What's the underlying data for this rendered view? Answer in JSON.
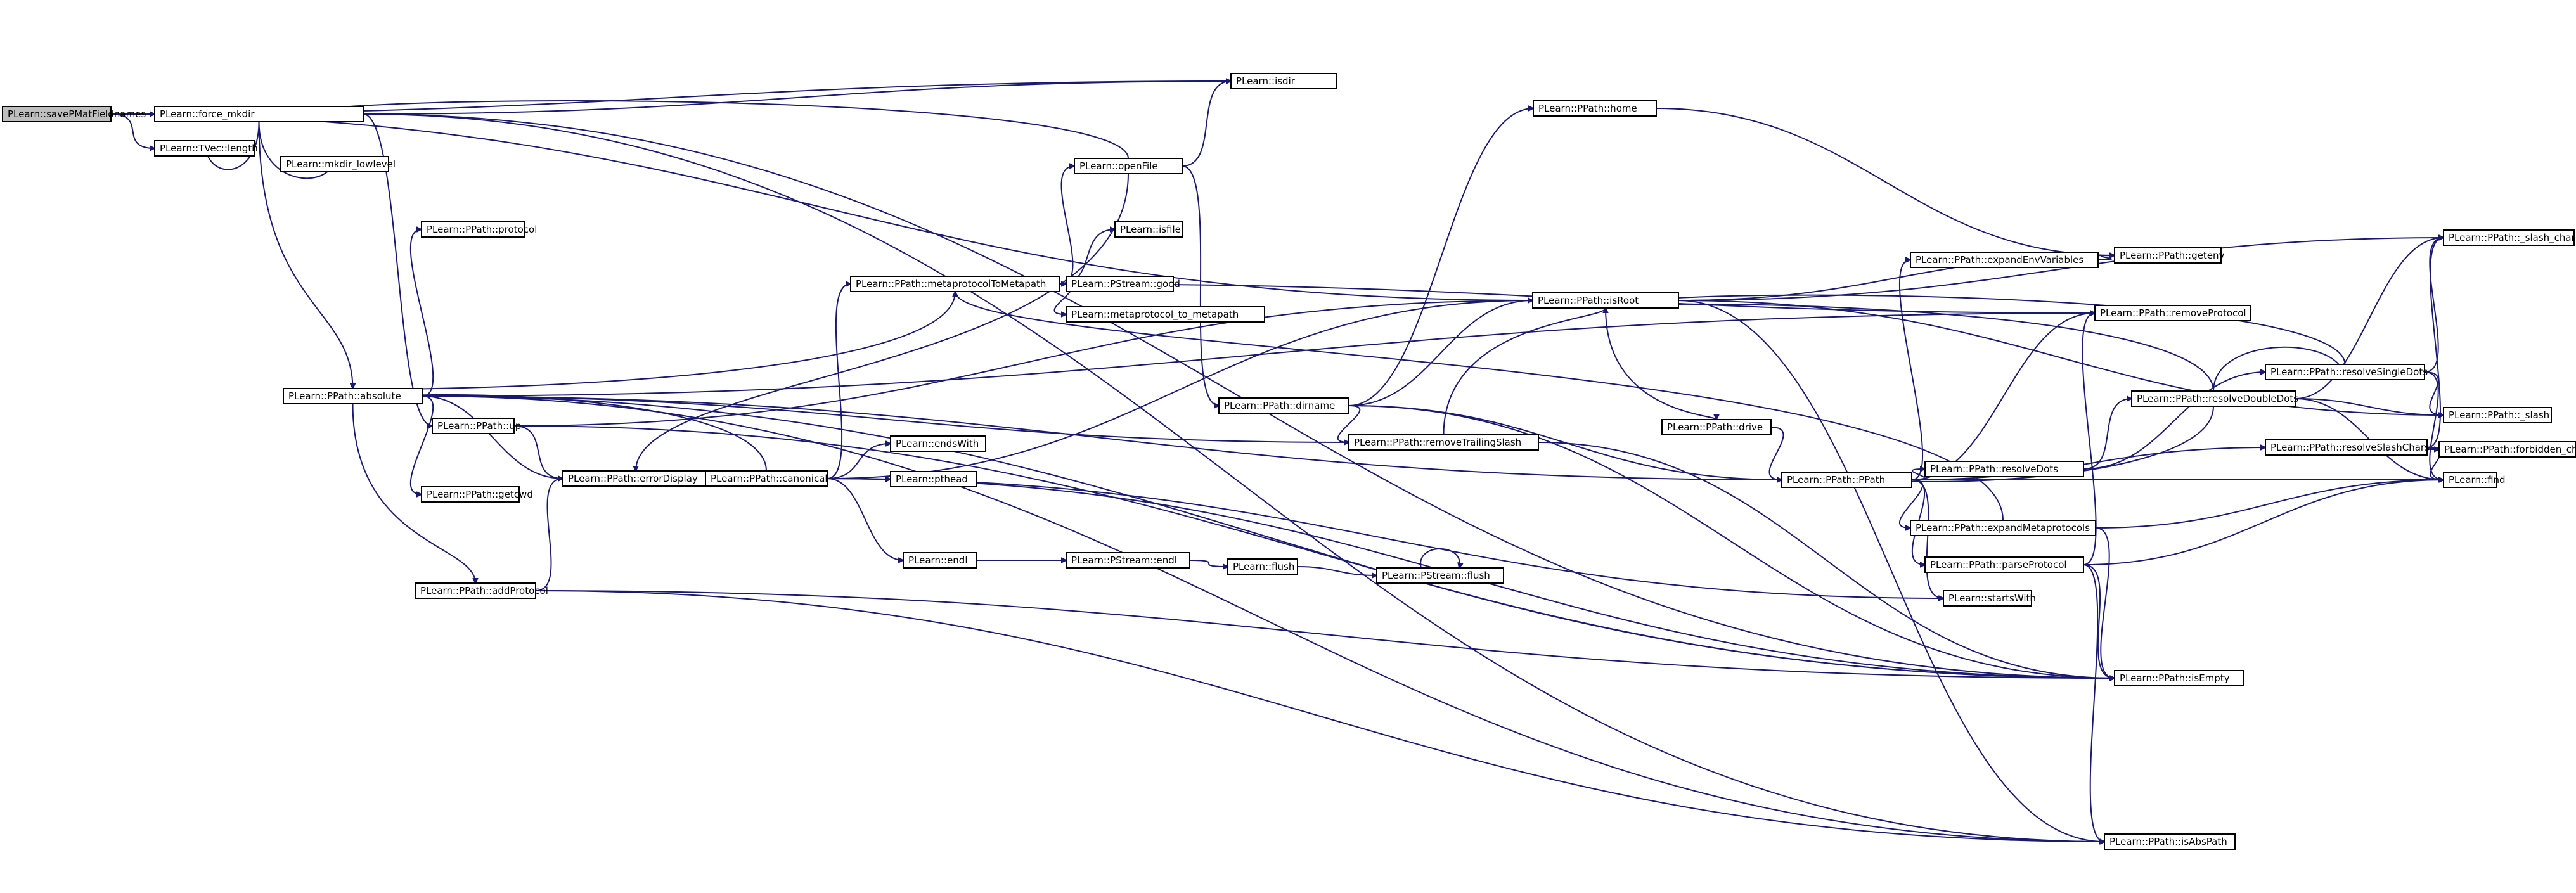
{
  "colors": {
    "edge": "#191970",
    "node_border": "#000000",
    "root_fill": "#bfbfbf",
    "node_fill": "#ffffff"
  },
  "nodes": [
    {
      "id": "savePMatFieldnames",
      "label": "PLearn::savePMatFieldnames",
      "root": true
    },
    {
      "id": "force_mkdir",
      "label": "PLearn::force_mkdir"
    },
    {
      "id": "tveclength",
      "label": "PLearn::TVec::length"
    },
    {
      "id": "mkdir_lowlevel",
      "label": "PLearn::mkdir_lowlevel"
    },
    {
      "id": "isdir",
      "label": "PLearn::isdir"
    },
    {
      "id": "openFile",
      "label": "PLearn::openFile"
    },
    {
      "id": "isfile",
      "label": "PLearn::isfile"
    },
    {
      "id": "protocol",
      "label": "PLearn::PPath::protocol"
    },
    {
      "id": "absolute",
      "label": "PLearn::PPath::absolute"
    },
    {
      "id": "up",
      "label": "PLearn::PPath::up"
    },
    {
      "id": "getcwd",
      "label": "PLearn::PPath::getcwd"
    },
    {
      "id": "addProtocol",
      "label": "PLearn::PPath::addProtocol"
    },
    {
      "id": "errorDisplay",
      "label": "PLearn::PPath::errorDisplay"
    },
    {
      "id": "canonical",
      "label": "PLearn::PPath::canonical"
    },
    {
      "id": "metaprotocolToMetapath",
      "label": "PLearn::PPath::metaprotocolToMetapath"
    },
    {
      "id": "psgood",
      "label": "PLearn::PStream::good"
    },
    {
      "id": "metaprotocol_to_metapath",
      "label": "PLearn::metaprotocol_to_metapath"
    },
    {
      "id": "endsWith",
      "label": "PLearn::endsWith"
    },
    {
      "id": "pl_endl",
      "label": "PLearn::endl"
    },
    {
      "id": "pshead",
      "label": "PLearn::pthead"
    },
    {
      "id": "psendl",
      "label": "PLearn::PStream::endl"
    },
    {
      "id": "flush",
      "label": "PLearn::flush"
    },
    {
      "id": "psflush",
      "label": "PLearn::PStream::flush"
    },
    {
      "id": "home",
      "label": "PLearn::PPath::home"
    },
    {
      "id": "dirname",
      "label": "PLearn::PPath::dirname"
    },
    {
      "id": "removeTrailingSlash",
      "label": "PLearn::PPath::removeTrailingSlash"
    },
    {
      "id": "isRoot",
      "label": "PLearn::PPath::isRoot"
    },
    {
      "id": "drive",
      "label": "PLearn::PPath::drive"
    },
    {
      "id": "ppath",
      "label": "PLearn::PPath::PPath"
    },
    {
      "id": "getenv",
      "label": "PLearn::PPath::getenv"
    },
    {
      "id": "expandEnvVariables",
      "label": "PLearn::PPath::expandEnvVariables"
    },
    {
      "id": "removeProtocol",
      "label": "PLearn::PPath::removeProtocol"
    },
    {
      "id": "resolveDots",
      "label": "PLearn::PPath::resolveDots"
    },
    {
      "id": "expandMetaprotocols",
      "label": "PLearn::PPath::expandMetaprotocols"
    },
    {
      "id": "parseProtocol",
      "label": "PLearn::PPath::parseProtocol"
    },
    {
      "id": "startsWith",
      "label": "PLearn::startsWith"
    },
    {
      "id": "resolveDoubleDots",
      "label": "PLearn::PPath::resolveDoubleDots"
    },
    {
      "id": "resolveSingleDots",
      "label": "PLearn::PPath::resolveSingleDots"
    },
    {
      "id": "resolveSlashChars",
      "label": "PLearn::PPath::resolveSlashChars"
    },
    {
      "id": "forbidden_chars",
      "label": "PLearn::PPath::forbidden_chars"
    },
    {
      "id": "slash_char",
      "label": "PLearn::PPath::_slash_char"
    },
    {
      "id": "slash",
      "label": "PLearn::PPath::_slash"
    },
    {
      "id": "find",
      "label": "PLearn::find"
    },
    {
      "id": "isEmpty",
      "label": "PLearn::PPath::isEmpty"
    },
    {
      "id": "isAbsPath",
      "label": "PLearn::PPath::isAbsPath"
    }
  ],
  "edges": [
    [
      "savePMatFieldnames",
      "force_mkdir"
    ],
    [
      "savePMatFieldnames",
      "tveclength"
    ],
    [
      "savePMatFieldnames",
      "isdir"
    ],
    [
      "savePMatFieldnames",
      "isRoot"
    ],
    [
      "force_mkdir",
      "mkdir_lowlevel"
    ],
    [
      "force_mkdir",
      "isdir"
    ],
    [
      "force_mkdir",
      "absolute"
    ],
    [
      "force_mkdir",
      "up"
    ],
    [
      "force_mkdir",
      "isEmpty"
    ],
    [
      "force_mkdir",
      "isAbsPath"
    ],
    [
      "force_mkdir",
      "tveclength"
    ],
    [
      "absolute",
      "protocol"
    ],
    [
      "absolute",
      "getcwd"
    ],
    [
      "absolute",
      "addProtocol"
    ],
    [
      "absolute",
      "errorDisplay"
    ],
    [
      "absolute",
      "removeTrailingSlash"
    ],
    [
      "absolute",
      "removeProtocol"
    ],
    [
      "absolute",
      "isAbsPath"
    ],
    [
      "absolute",
      "isEmpty"
    ],
    [
      "absolute",
      "ppath"
    ],
    [
      "up",
      "errorDisplay"
    ],
    [
      "up",
      "isRoot"
    ],
    [
      "up",
      "isEmpty"
    ],
    [
      "addProtocol",
      "errorDisplay"
    ],
    [
      "addProtocol",
      "isEmpty"
    ],
    [
      "addProtocol",
      "isAbsPath"
    ],
    [
      "errorDisplay",
      "canonical"
    ],
    [
      "canonical",
      "metaprotocolToMetapath"
    ],
    [
      "canonical",
      "endsWith"
    ],
    [
      "canonical",
      "pshead"
    ],
    [
      "canonical",
      "pl_endl"
    ],
    [
      "canonical",
      "startsWith"
    ],
    [
      "canonical",
      "isEmpty"
    ],
    [
      "canonical",
      "absolute"
    ],
    [
      "canonical",
      "isRoot"
    ],
    [
      "metaprotocolToMetapath",
      "openFile"
    ],
    [
      "metaprotocolToMetapath",
      "isfile"
    ],
    [
      "metaprotocolToMetapath",
      "psgood"
    ],
    [
      "metaprotocolToMetapath",
      "metaprotocol_to_metapath"
    ],
    [
      "metaprotocolToMetapath",
      "absolute"
    ],
    [
      "metaprotocolToMetapath",
      "removeProtocol"
    ],
    [
      "openFile",
      "isdir"
    ],
    [
      "openFile",
      "dirname"
    ],
    [
      "openFile",
      "errorDisplay"
    ],
    [
      "openFile",
      "force_mkdir"
    ],
    [
      "pl_endl",
      "psendl"
    ],
    [
      "psendl",
      "flush"
    ],
    [
      "flush",
      "psflush"
    ],
    [
      "psflush",
      "psflush"
    ],
    [
      "dirname",
      "home"
    ],
    [
      "dirname",
      "removeTrailingSlash"
    ],
    [
      "dirname",
      "isRoot"
    ],
    [
      "dirname",
      "ppath"
    ],
    [
      "dirname",
      "isEmpty"
    ],
    [
      "home",
      "getenv"
    ],
    [
      "removeTrailingSlash",
      "isRoot"
    ],
    [
      "removeTrailingSlash",
      "isEmpty"
    ],
    [
      "isRoot",
      "drive"
    ],
    [
      "isRoot",
      "getenv"
    ],
    [
      "isRoot",
      "slash_char"
    ],
    [
      "isRoot",
      "slash"
    ],
    [
      "isRoot",
      "isAbsPath"
    ],
    [
      "drive",
      "ppath"
    ],
    [
      "ppath",
      "expandEnvVariables"
    ],
    [
      "ppath",
      "removeProtocol"
    ],
    [
      "ppath",
      "resolveDots"
    ],
    [
      "ppath",
      "expandMetaprotocols"
    ],
    [
      "ppath",
      "parseProtocol"
    ],
    [
      "ppath",
      "startsWith"
    ],
    [
      "ppath",
      "resolveSlashChars"
    ],
    [
      "ppath",
      "find"
    ],
    [
      "expandEnvVariables",
      "getenv"
    ],
    [
      "resolveDots",
      "resolveDoubleDots"
    ],
    [
      "resolveDots",
      "resolveSingleDots"
    ],
    [
      "expandMetaprotocols",
      "metaprotocolToMetapath"
    ],
    [
      "expandMetaprotocols",
      "isEmpty"
    ],
    [
      "expandMetaprotocols",
      "find"
    ],
    [
      "parseProtocol",
      "isEmpty"
    ],
    [
      "parseProtocol",
      "find"
    ],
    [
      "parseProtocol",
      "removeProtocol"
    ],
    [
      "parseProtocol",
      "isAbsPath"
    ],
    [
      "resolveDoubleDots",
      "resolveSingleDots"
    ],
    [
      "resolveDoubleDots",
      "slash_char"
    ],
    [
      "resolveDoubleDots",
      "slash"
    ],
    [
      "resolveDoubleDots",
      "find"
    ],
    [
      "resolveDoubleDots",
      "ppath"
    ],
    [
      "resolveDoubleDots",
      "isRoot"
    ],
    [
      "resolveSingleDots",
      "slash_char"
    ],
    [
      "resolveSingleDots",
      "slash"
    ],
    [
      "resolveSingleDots",
      "find"
    ],
    [
      "resolveSingleDots",
      "isRoot"
    ],
    [
      "resolveSlashChars",
      "forbidden_chars"
    ],
    [
      "resolveSlashChars",
      "slash_char"
    ],
    [
      "resolveSlashChars",
      "find"
    ]
  ]
}
